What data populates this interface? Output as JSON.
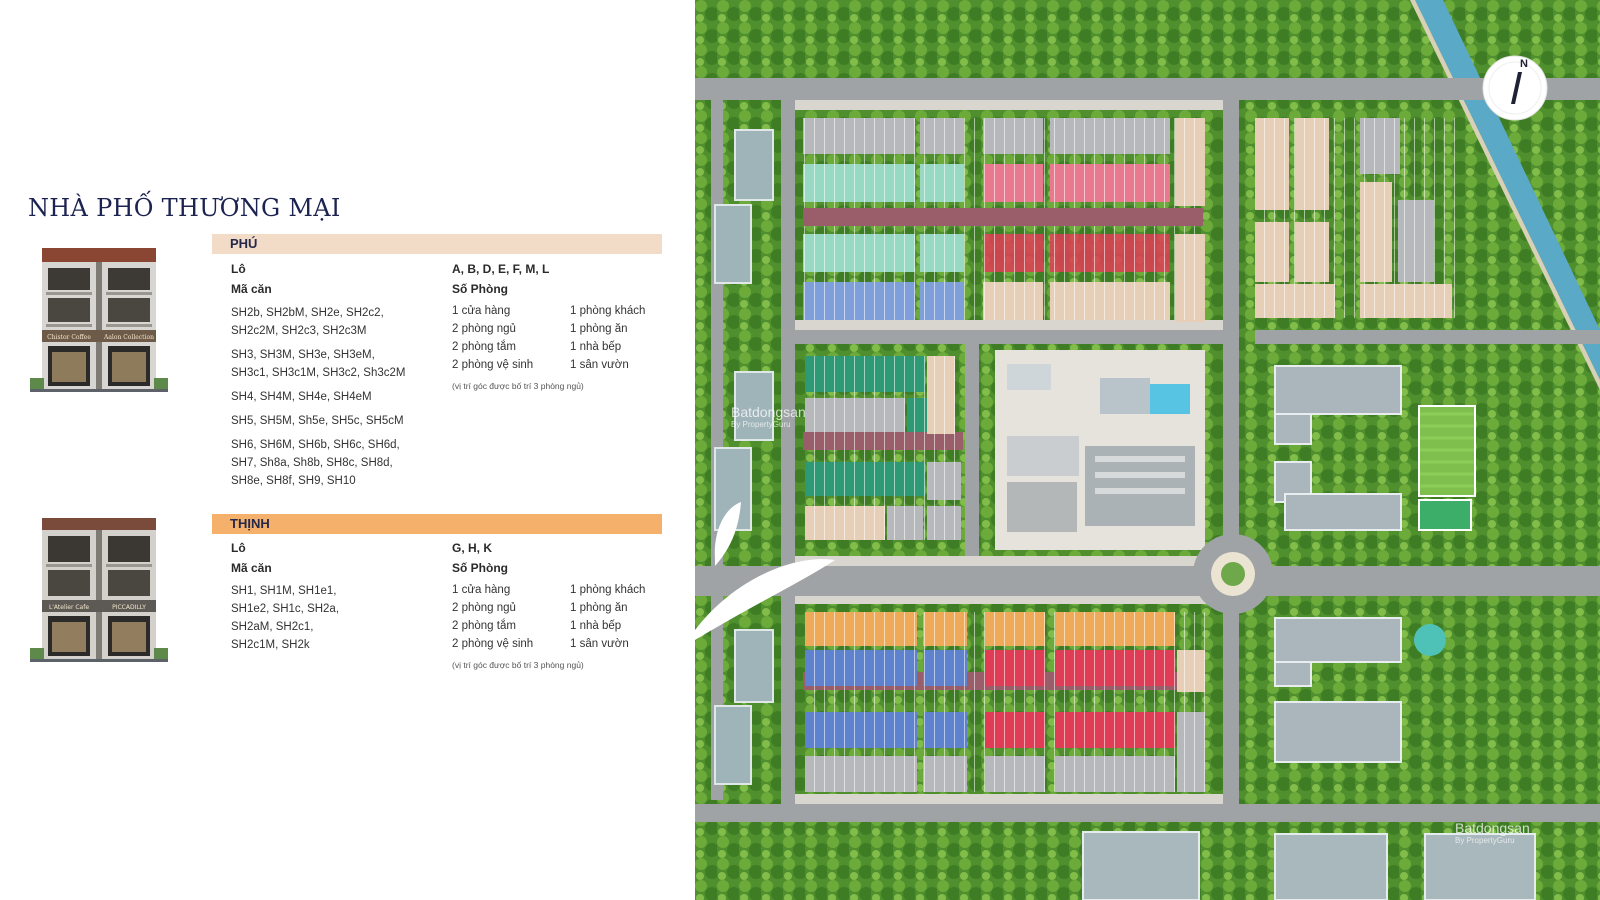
{
  "title": "NHÀ PHỐ THƯƠNG MẠI",
  "sections": [
    {
      "name": "PHÚ",
      "lot_label": "Lô",
      "lot_value": "A, B, D, E, F, M, L",
      "code_label": "Mã căn",
      "rooms_label": "Số Phòng",
      "codes": [
        [
          "SH2b, SH2bM, SH2e, SH2c2,",
          "SH2c2M, SH2c3, SH2c3M"
        ],
        [
          "SH3, SH3M, SH3e, SH3eM,",
          "SH3c1, SH3c1M, SH3c2, Sh3c2M"
        ],
        [
          "SH4, SH4M, SH4e, SH4eM"
        ],
        [
          "SH5, SH5M, Sh5e, SH5c, SH5cM"
        ],
        [
          "SH6, SH6M, SH6b, SH6c, SH6d,",
          "SH7, Sh8a, Sh8b, SH8c, SH8d,",
          "SH8e, SH8f, SH9, SH10"
        ]
      ],
      "rooms_left": [
        "1 cửa hàng",
        "2 phòng ngủ",
        "2 phòng tắm",
        "2 phòng vệ sinh"
      ],
      "rooms_right": [
        "1 phòng khách",
        "1 phòng ăn",
        "1 nhà bếp",
        "1 sân vườn"
      ],
      "note": "(vị trí góc được bố trí 3 phòng ngủ)",
      "shop_signs": [
        "Chistor Coffee",
        "Aalon Collection"
      ]
    },
    {
      "name": "THỊNH",
      "lot_label": "Lô",
      "lot_value": "G, H, K",
      "code_label": "Mã căn",
      "rooms_label": "Số Phòng",
      "codes": [
        [
          "SH1, SH1M, SH1e1,",
          "SH1e2, SH1c, SH2a,",
          "SH2aM, SH2c1,",
          "SH2c1M, SH2k"
        ]
      ],
      "rooms_left": [
        "1 cửa hàng",
        "2 phòng ngủ",
        "2 phòng tắm",
        "2 phòng vệ sinh"
      ],
      "rooms_right": [
        "1 phòng khách",
        "1 phòng ăn",
        "1 nhà bếp",
        "1 sân vườn"
      ],
      "note": "(vị trí góc được bố trí 3 phòng ngủ)",
      "shop_signs": [
        "L'Atelier Cafe",
        "PICCADILLY"
      ]
    }
  ],
  "map": {
    "compass_label": "N",
    "watermark_main": "Batdongsan",
    "watermark_sub": "By PropertyGuru"
  },
  "colors": {
    "title": "#1c2350",
    "band_phu": "#f3dcc7",
    "band_thinh": "#f5b16b",
    "lot_teal": "#98d9c4",
    "lot_pink": "#e9798f",
    "lot_blue": "#7f9fda",
    "lot_green": "#2e9a75",
    "lot_beige": "#e6cfb6",
    "lot_orange": "#eeaa58",
    "lot_red": "#e03c55",
    "lot_gray": "#b6b8bc"
  }
}
